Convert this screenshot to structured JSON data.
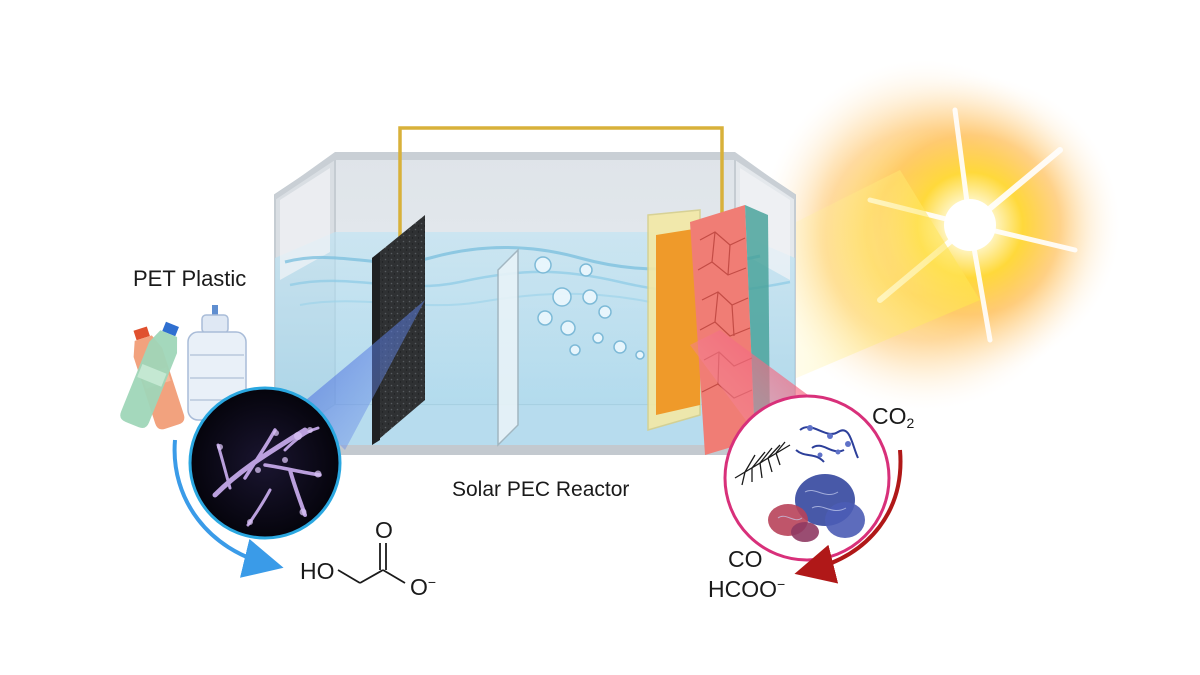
{
  "labels": {
    "pet_plastic": "PET Plastic",
    "reactor": "Solar PEC Reactor"
  },
  "anode_product": {
    "ho": "HO",
    "carbonyl_o": "O",
    "carboxylate_o": "O",
    "charge": "−"
  },
  "cathode_reactant": {
    "formula": "CO",
    "subscript": "2"
  },
  "cathode_products": {
    "co": "CO",
    "formate": "HCOO",
    "formate_charge": "−"
  },
  "colors": {
    "anode_arrow": "#3a9be8",
    "cathode_arrow": "#b01818",
    "anode_circle": "#2aa7e0",
    "cathode_circle": "#d8307a",
    "wire": "#d8b13a",
    "water": "#a9d8ee",
    "sun": "#ffd23a"
  },
  "icons": [
    "plastic-bottles-icon",
    "sun-icon",
    "bubbles-icon",
    "enzyme-structure-icon",
    "dendrite-catalyst-icon"
  ]
}
